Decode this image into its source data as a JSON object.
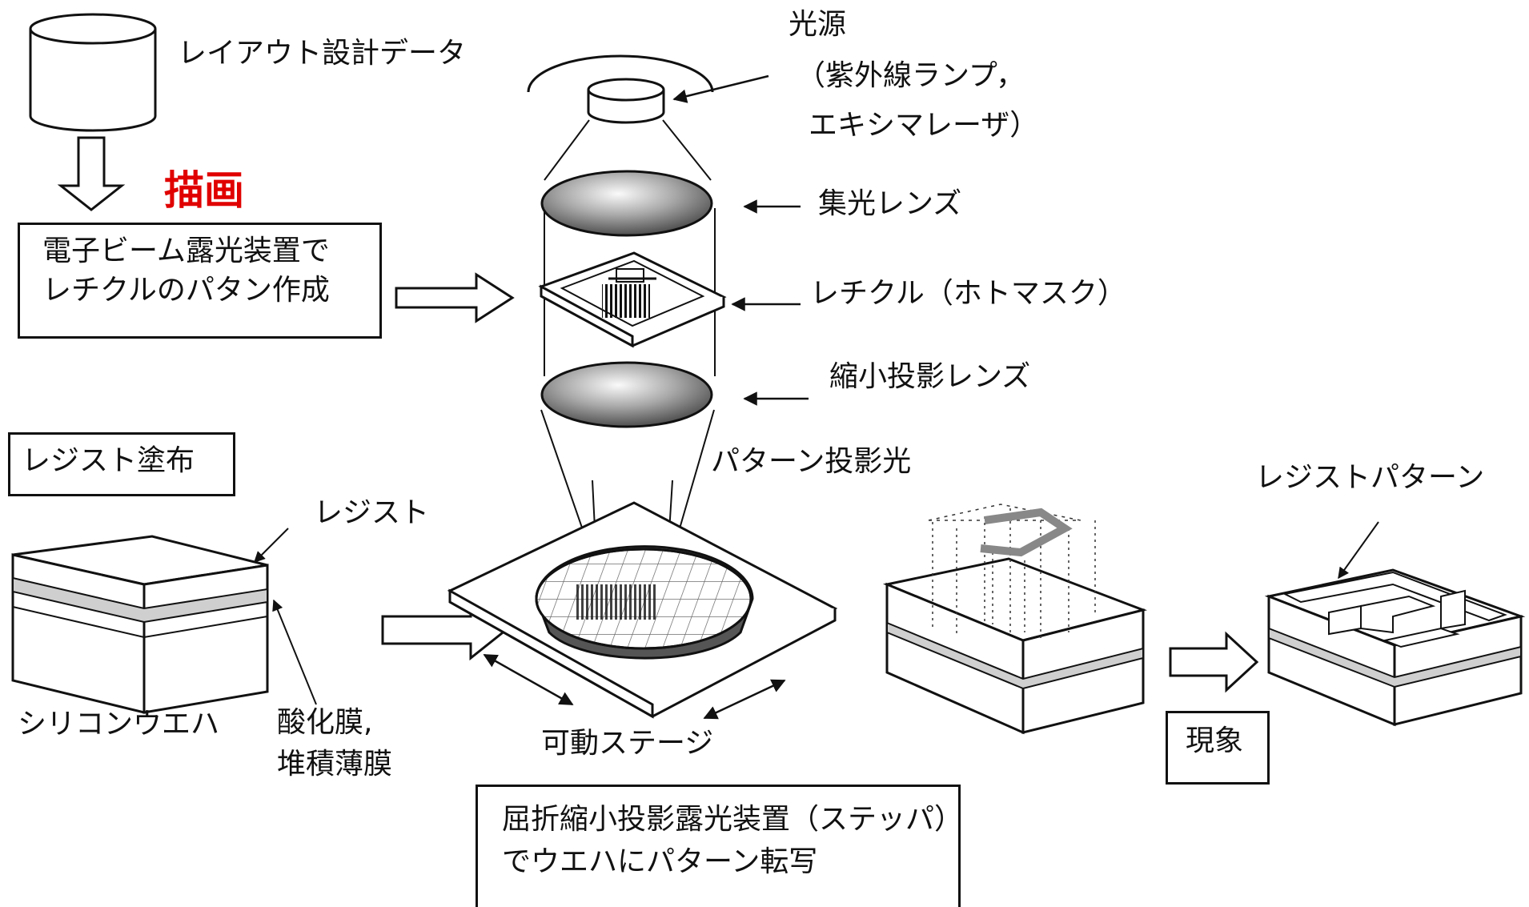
{
  "labels": {
    "layout_data": "レイアウト設計データ",
    "drawing_red": "描画",
    "ebeam_line1": "電子ビーム露光装置で",
    "ebeam_line2": "レチクルのパタン作成",
    "light_source_line1": "光源",
    "light_source_line2": "（紫外線ランプ，",
    "light_source_line3": "エキシマレーザ）",
    "condenser_lens": "集光レンズ",
    "reticle": "レチクル（ホトマスク）",
    "reduction_lens": "縮小投影レンズ",
    "resist_coating": "レジスト塗布",
    "resist": "レジスト",
    "silicon_wafer": "シリコンウエハ",
    "oxide_line1": "酸化膜,",
    "oxide_line2": "堆積薄膜",
    "pattern_light": "パターン投影光",
    "movable_stage": "可動ステージ",
    "resist_pattern": "レジストパターン",
    "development": "現象",
    "stepper_line1": "屈折縮小投影露光装置（ステッパ）",
    "stepper_line2": "でウエハにパターン転写"
  },
  "colors": {
    "stroke": "#111111",
    "lens_fill": "#555555",
    "annotation_red": "#e00000",
    "oxide_band": "#cfcfcf"
  }
}
